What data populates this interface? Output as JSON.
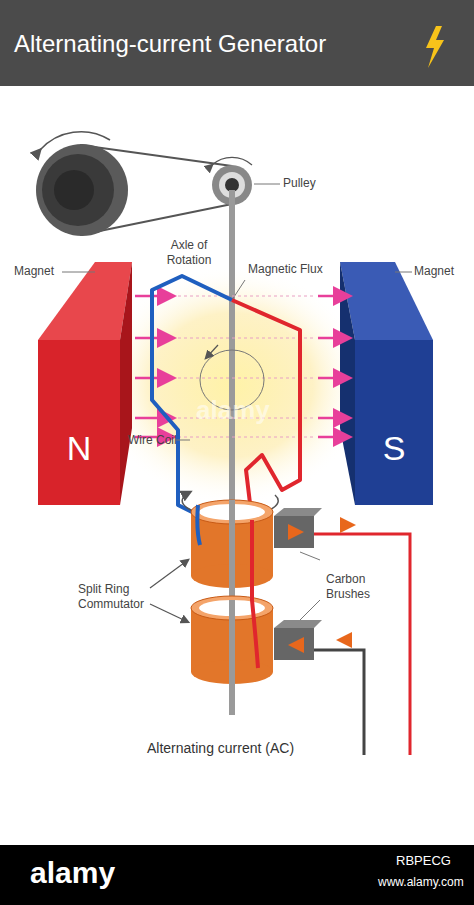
{
  "diagram": {
    "title": "Alternating-current Generator",
    "nodes": [
      {
        "text": [
          "N"
        ]
      },
      {
        "text": [
          "S"
        ]
      }
    ],
    "labels": [
      "Pulley",
      "Axle of Rotation",
      "Magnet",
      "Magnetic Flux",
      "Magnet",
      "Wire Coil",
      "Split Ring Commutator",
      "Carbon Brushes",
      "Alternating current (AC)",
      "alamy",
      "alamy",
      "RBPECG",
      "www.alamy.com"
    ]
  }
}
